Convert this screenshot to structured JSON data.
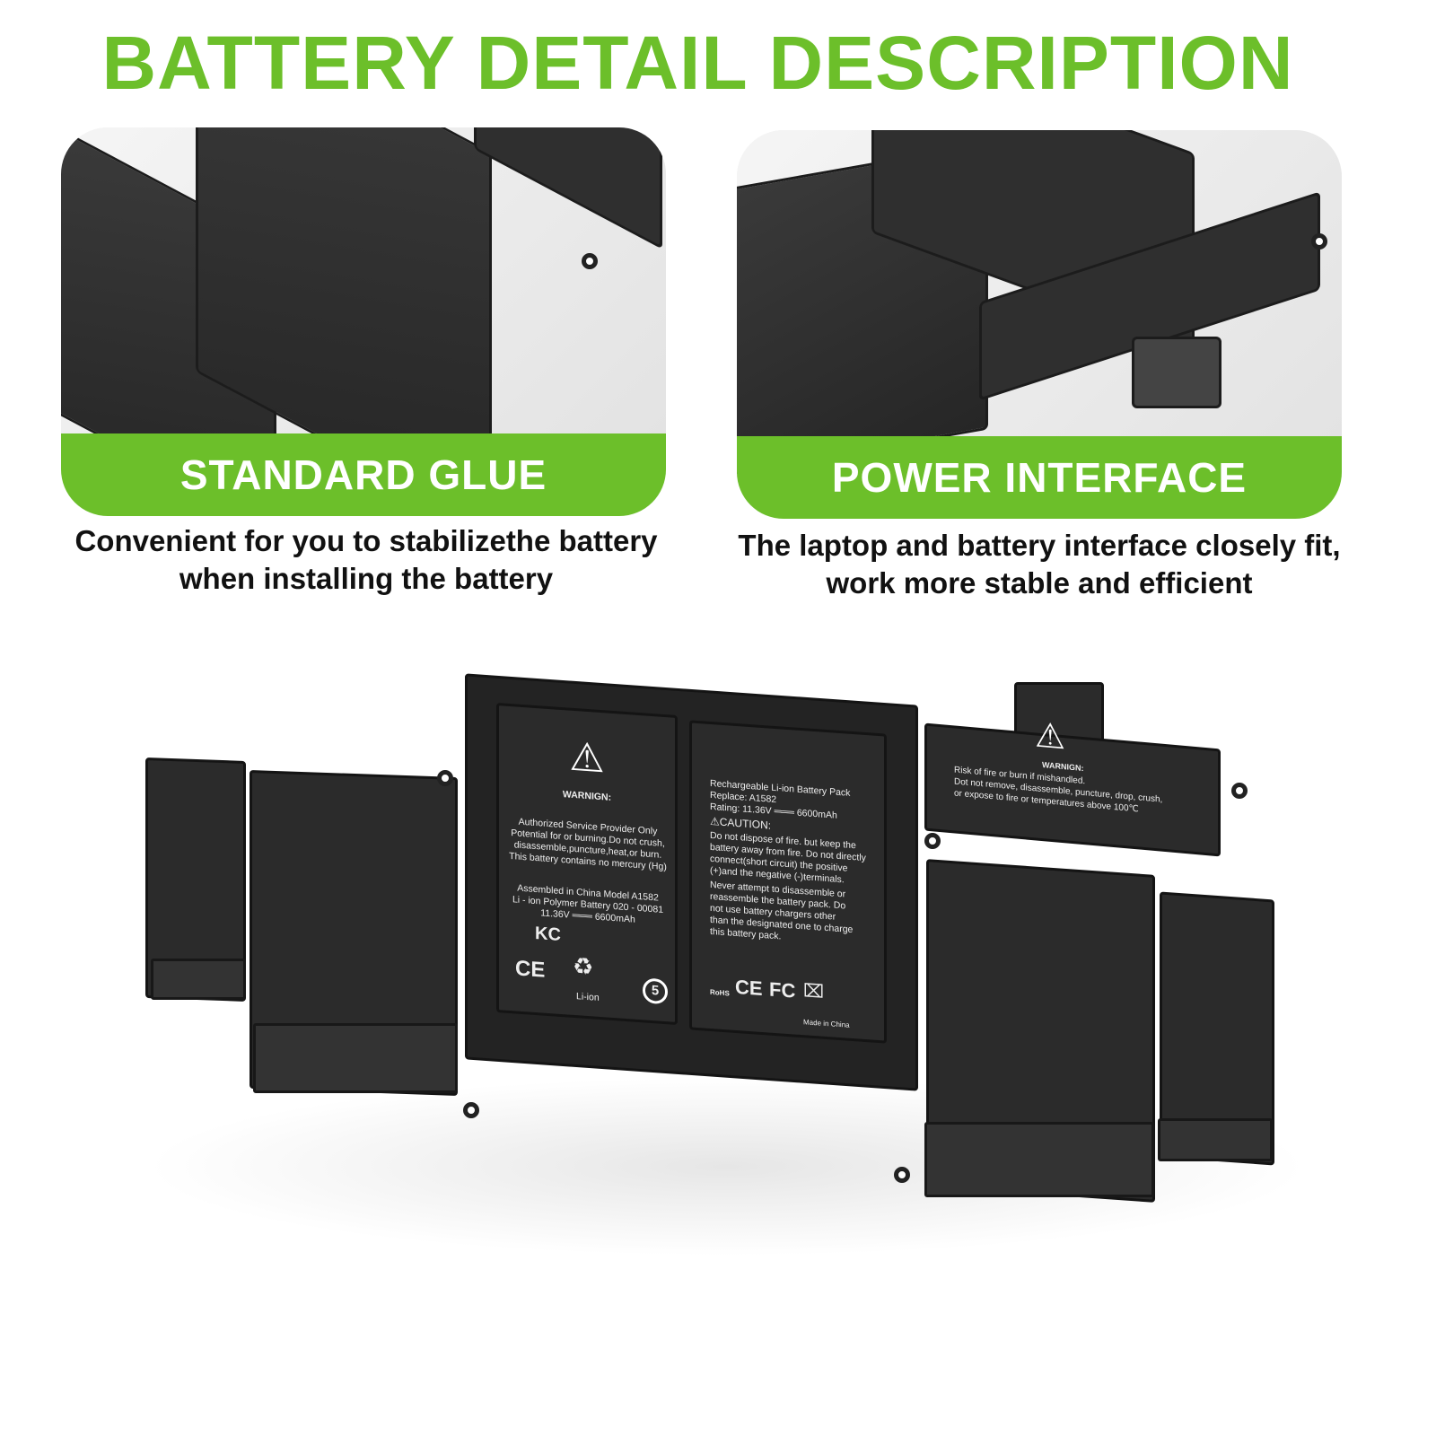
{
  "title": "BATTERY DETAIL DESCRIPTION",
  "features": [
    {
      "label": "STANDARD GLUE",
      "caption_line1": "Convenient for you to stabilizethe battery",
      "caption_line2": "when installing the battery"
    },
    {
      "label": "POWER INTERFACE",
      "caption_line1": "The laptop and battery interface closely fit,",
      "caption_line2": "work more stable and efficient"
    }
  ],
  "battery_labels": {
    "left": {
      "heading": "WARNIGN:",
      "lines": [
        "Authorized Service Provider Only",
        "Potential for or burning.Do not crush,",
        "disassemble,puncture,heat,or burn.",
        "This battery contains no mercury (Hg)"
      ],
      "assembly": [
        "Assembled in China Model A1582",
        "Li - ion Polymer Battery 020 - 00081",
        "11.36V ═══ 6600mAh"
      ],
      "recycle": "Li-ion",
      "marks": [
        "KC",
        "CE",
        "5"
      ]
    },
    "right": {
      "lines": [
        "Rechargeable Li-ion Battery Pack",
        "Replace: A1582",
        "Rating: 11.36V ═══ 6600mAh"
      ],
      "caution": "⚠CAUTION:",
      "caution_lines": [
        "Do not dispose of fire. but keep the",
        "battery away from fire. Do not directly",
        "connect(short circuit) the positive",
        "(+)and the negative (-)terminals.",
        "Never attempt to disassemble or",
        "reassemble the battery pack. Do",
        "not use battery chargers other",
        "than the designated one to charge",
        "this battery pack."
      ],
      "marks": [
        "RoHS",
        "CE",
        "FC"
      ],
      "made_in": "Made in China"
    },
    "connector": {
      "heading": "WARNIGN:",
      "lines": [
        "Risk of fire or burn if mishandled.",
        "Dot not remove, disassemble, puncture, drop, crush,",
        "or expose to fire or temperatures above 100℃"
      ]
    }
  }
}
